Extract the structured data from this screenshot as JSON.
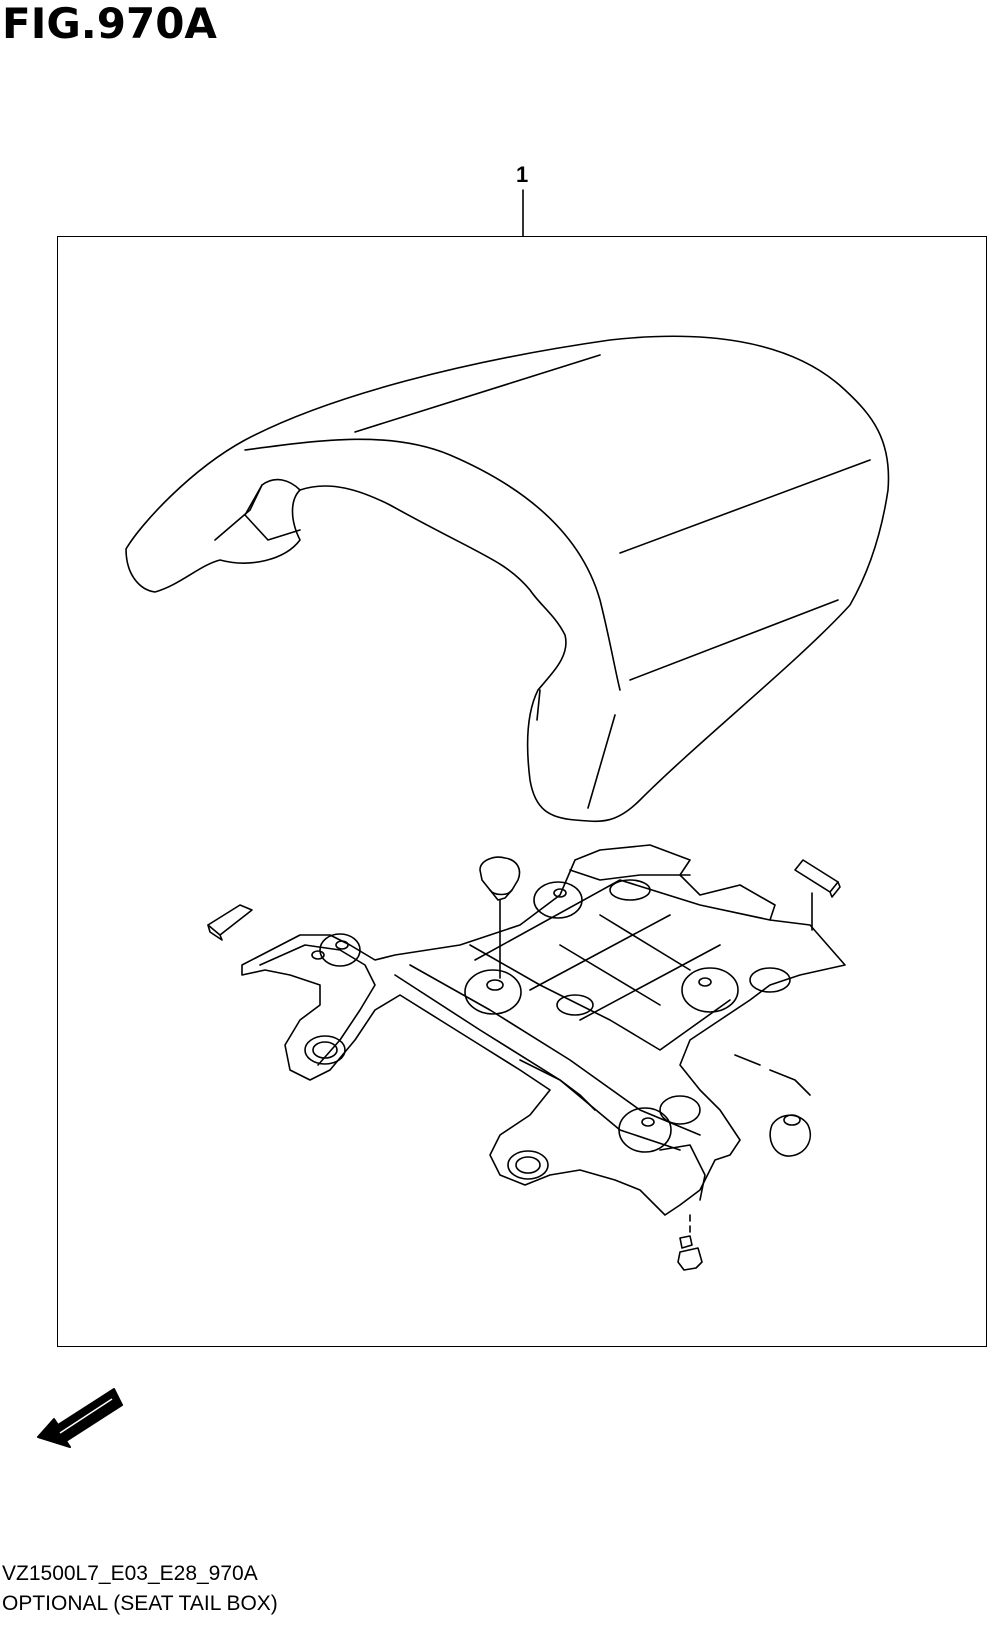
{
  "figure": {
    "title": "FIG.970A",
    "callout_number": "1",
    "direction_label": "FWD"
  },
  "footer": {
    "code": "VZ1500L7_E03_E28_970A",
    "name": "OPTIONAL (SEAT TAIL BOX)"
  },
  "icons": {
    "direction": "fwd-arrow-icon"
  },
  "colors": {
    "line": "#000000",
    "background": "#ffffff"
  }
}
